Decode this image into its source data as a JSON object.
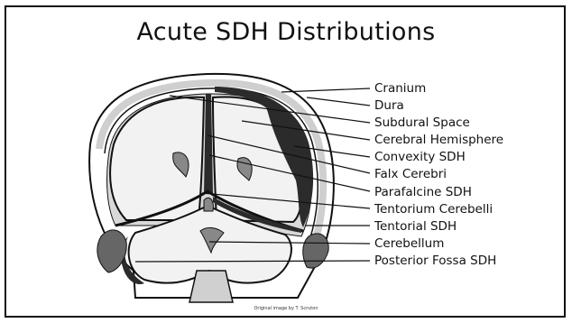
{
  "title": "Acute SDH Distributions",
  "labels": [
    "Cranium",
    "Dura",
    "Subdural Space",
    "Cerebral Hemisphere",
    "Convexity SDH",
    "Falx Cerebri",
    "Parafalcine SDH",
    "Tentorium Cerebelli",
    "Tentorial SDH",
    "Cerebellum",
    "Posterior Fossa SDH"
  ],
  "credit": "Original image by T. Scruton",
  "colors": {
    "hematoma": "#2b2b2b",
    "brain": "#f2f2f2",
    "bone": "#ffffff",
    "subdural": "#d6d6d6"
  }
}
